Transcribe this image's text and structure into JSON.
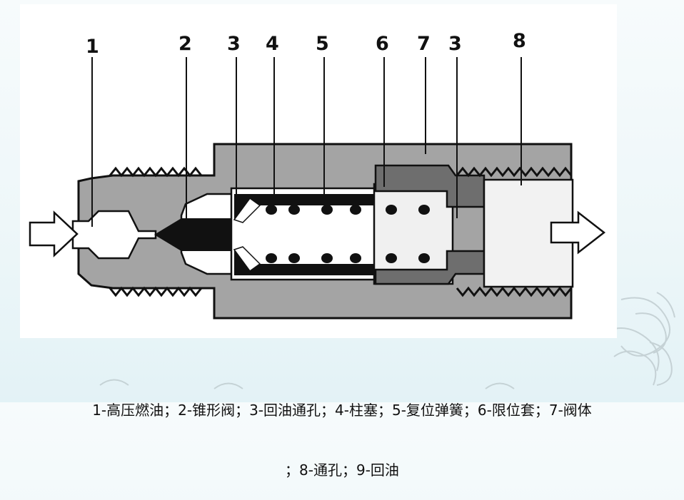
{
  "diagram": {
    "callouts": [
      "1",
      "2",
      "3",
      "4",
      "5",
      "6",
      "7",
      "3",
      "8"
    ]
  },
  "caption": {
    "line1": "1-高压燃油；2-锥形阀；3-回油通孔；4-柱塞；5-复位弹簧；6-限位套；7-阀体",
    "line2": "；8-通孔；9-回油"
  },
  "colors": {
    "body_gray": "#a4a4a4",
    "dark_part": "#6e6e6e",
    "black": "#111111",
    "background_tint": "#e3f2f6"
  }
}
